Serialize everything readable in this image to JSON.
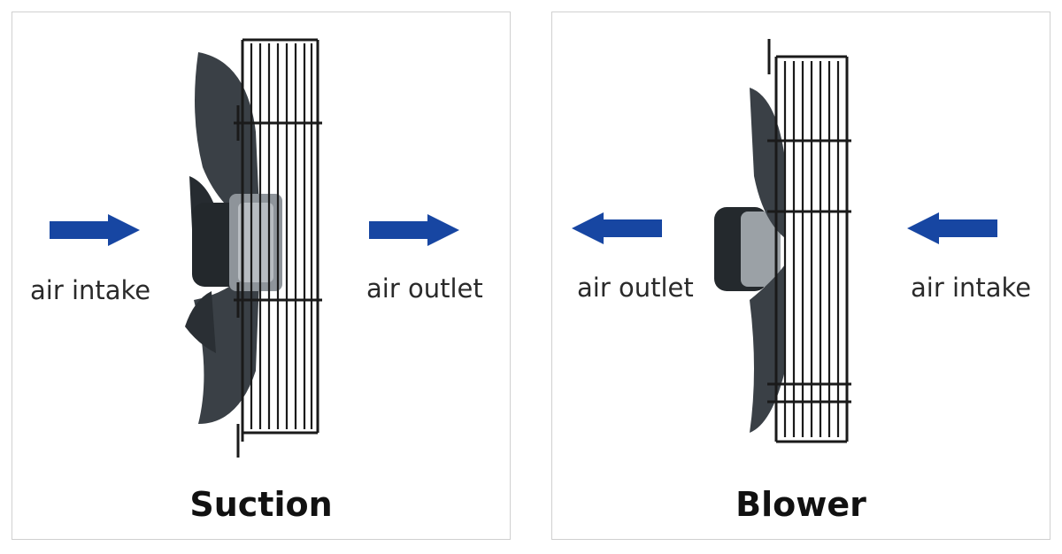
{
  "panels": {
    "suction": {
      "left_label": "air intake",
      "right_label": "air outlet",
      "caption": "Suction"
    },
    "blower": {
      "left_label": "air outlet",
      "right_label": "air intake",
      "caption": "Blower"
    }
  },
  "colors": {
    "arrow": "#1746a2",
    "fan_dark": "#2e3338",
    "grille": "#1a1a1a"
  },
  "icons": {
    "flow_arrow": "arrow-right-icon / arrow-left-icon",
    "fan": "axial-fan-icon"
  }
}
